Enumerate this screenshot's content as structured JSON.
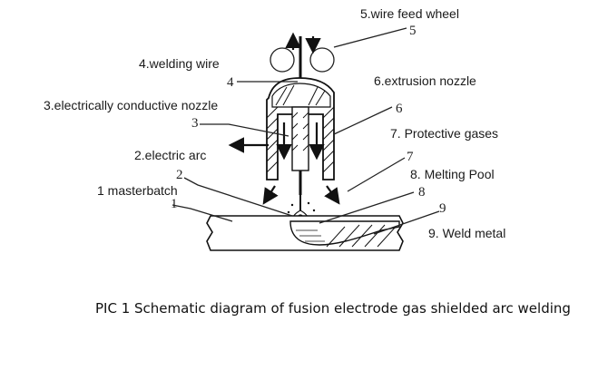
{
  "labels": {
    "wire_feed_wheel": "5.wire feed wheel",
    "welding_wire": "4.welding wire",
    "extrusion_nozzle": "6.extrusion nozzle",
    "conductive_nozzle": "3.electrically conductive nozzle",
    "protective_gases": "7. Protective gases",
    "electric_arc": "2.electric arc",
    "melting_pool": "8. Melting Pool",
    "masterbatch": "1 masterbatch",
    "weld_metal": "9. Weld metal"
  },
  "numbers": {
    "n5": "5",
    "n4": "4",
    "n6": "6",
    "n3": "3",
    "n7": "7",
    "n2": "2",
    "n8": "8",
    "n1": "1",
    "n9": "9"
  },
  "caption": "PIC 1 Schematic diagram of fusion electrode gas shielded arc welding"
}
